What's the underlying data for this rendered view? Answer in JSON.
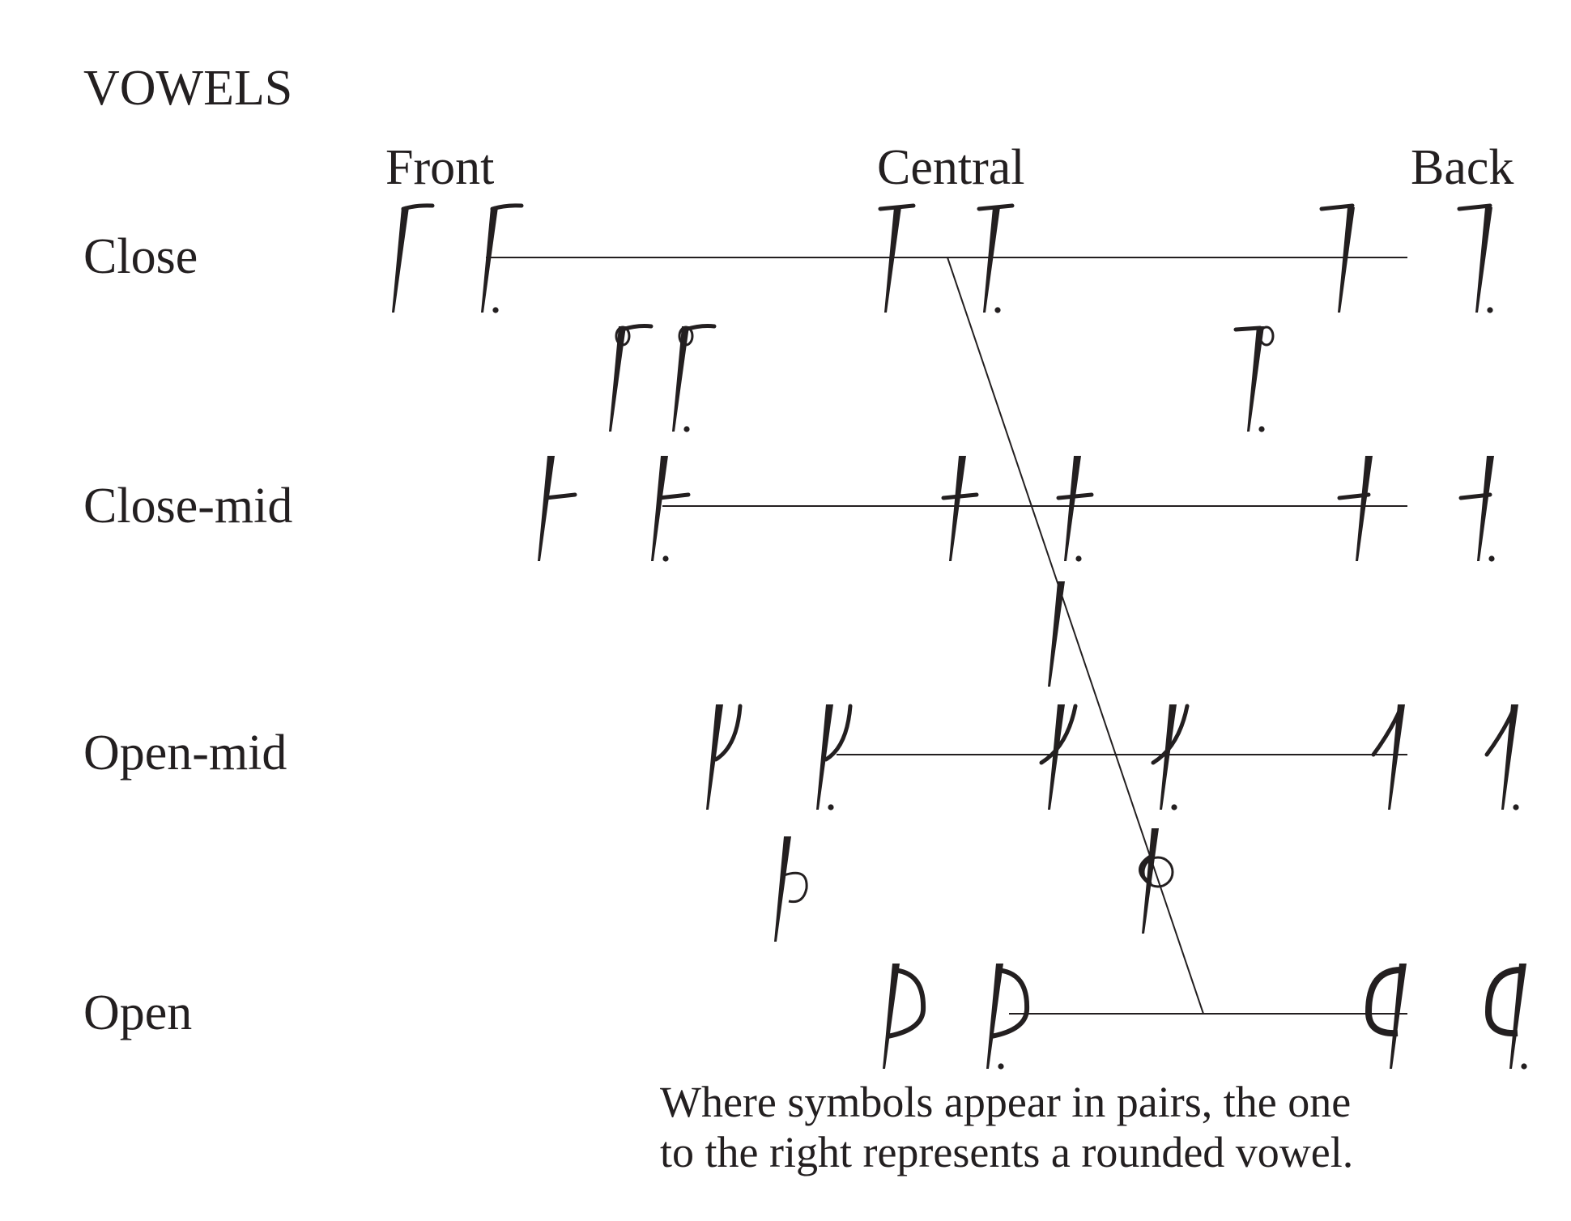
{
  "title": "VOWELS",
  "columns": {
    "front": "Front",
    "central": "Central",
    "back": "Back"
  },
  "rows": {
    "close": "Close",
    "close_mid": "Close-mid",
    "open_mid": "Open-mid",
    "open": "Open"
  },
  "caption": {
    "line1": "Where symbols appear in pairs, the one",
    "line2": "to the right represents a rounded vowel."
  },
  "symbols": {
    "close": [
      "front-unrounded",
      "front-rounded",
      "central-unrounded",
      "central-rounded",
      "back-unrounded",
      "back-rounded"
    ],
    "near_close": [
      "near-front-unrounded",
      "near-front-rounded",
      "near-back-rounded"
    ],
    "close_mid": [
      "front-unrounded",
      "front-rounded",
      "central-unrounded",
      "central-rounded",
      "back-unrounded",
      "back-rounded"
    ],
    "mid": [
      "mid-central"
    ],
    "open_mid": [
      "front-unrounded",
      "front-rounded",
      "central-unrounded",
      "central-rounded",
      "back-unrounded",
      "back-rounded"
    ],
    "near_open": [
      "near-open-front-unrounded",
      "near-open-central"
    ],
    "open": [
      "front-unrounded",
      "front-rounded",
      "back-unrounded",
      "back-rounded"
    ]
  },
  "colors": {
    "ink": "#231f20",
    "background": "#ffffff"
  }
}
